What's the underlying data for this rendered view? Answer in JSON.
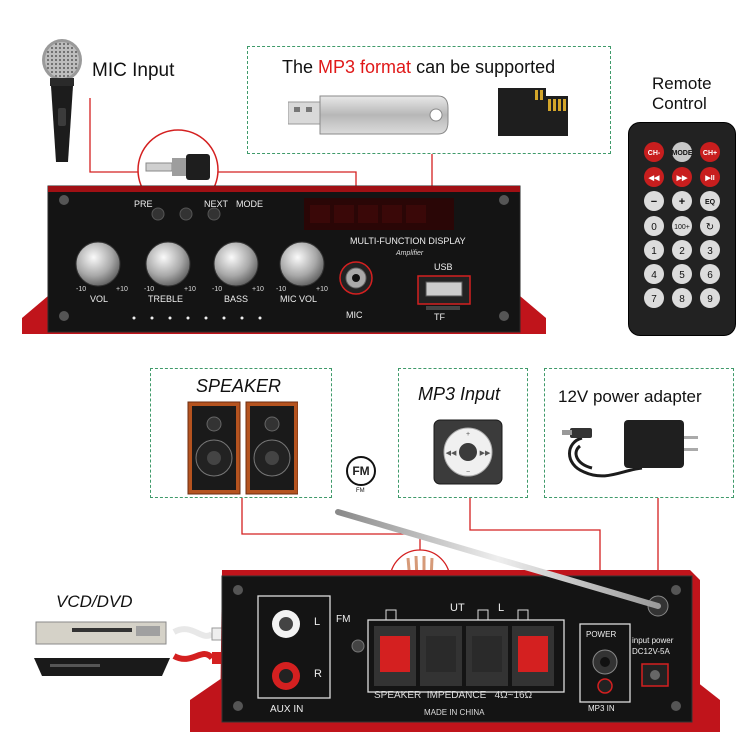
{
  "top_labels": {
    "mic_input": "MIC Input",
    "mp3_prefix": "The ",
    "mp3_highlight": "MP3 format",
    "mp3_suffix": " can be supported",
    "remote_line1": "Remote",
    "remote_line2": "Control"
  },
  "front_panel": {
    "btn_prev": "PRE",
    "btn_next": "NEXT",
    "btn_mode": "MODE",
    "display_label": "MULTI-FUNCTION DISPLAY",
    "brand": "Amplifier",
    "usb": "USB",
    "tf": "TF",
    "mic": "MIC",
    "knobs": [
      {
        "label": "VOL",
        "min": "-10",
        "max": "+10"
      },
      {
        "label": "TREBLE",
        "min": "-10",
        "max": "+10"
      },
      {
        "label": "BASS",
        "min": "-10",
        "max": "+10"
      },
      {
        "label": "MIC VOL",
        "min": "-10",
        "max": "+10"
      }
    ]
  },
  "remote": {
    "row1": [
      "CH-",
      "MODE",
      "CH+"
    ],
    "row4": [
      "0",
      "100+",
      "↻"
    ],
    "row5": [
      "1",
      "2",
      "3"
    ],
    "row6": [
      "4",
      "5",
      "6"
    ],
    "row7": [
      "7",
      "8",
      "9"
    ],
    "eq": "EQ"
  },
  "mid_labels": {
    "speaker": "SPEAKER",
    "mp3_input": "MP3 Input",
    "power_adapter": "12V power adapter",
    "fm_icon": "FM",
    "fm_caption": "FM",
    "vcd_dvd": "VCD/DVD"
  },
  "rear_panel": {
    "fm": "FM",
    "l": "L",
    "r": "R",
    "aux_in": "AUX IN",
    "out": "UT",
    "out_l": "L",
    "impedance": "SPEAKER  IMPEDANCE   4Ω~16Ω",
    "made_in": "MADE IN CHINA",
    "power": "POWER",
    "mp3_in": "MP3 IN",
    "input_power": "input power",
    "dc": "DC12V-5A"
  },
  "colors": {
    "accent_red": "#e01818",
    "dash_green": "#3f9a6a",
    "chassis_red": "#c0141b",
    "panel_black": "#141414"
  }
}
